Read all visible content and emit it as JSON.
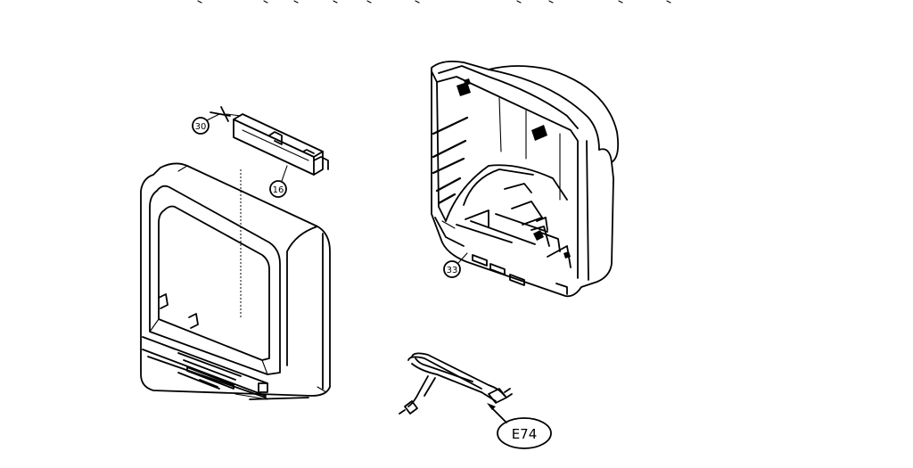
{
  "diagram": {
    "callouts": [
      {
        "label": "30"
      },
      {
        "label": "16"
      },
      {
        "label": "33"
      },
      {
        "label": "E74"
      }
    ]
  }
}
